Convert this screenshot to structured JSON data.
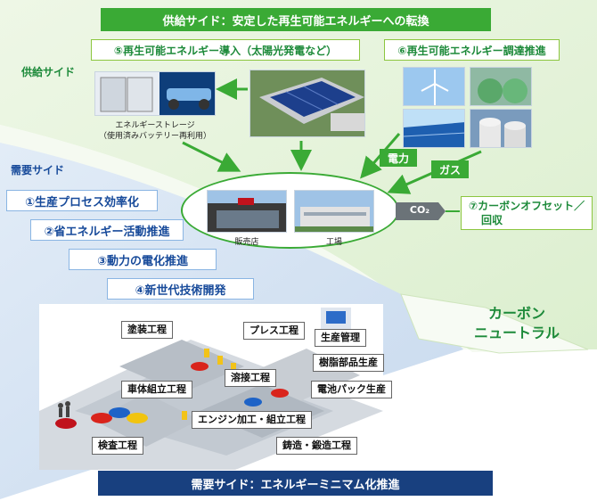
{
  "supply": {
    "banner": "供給サイド：安定した再生可能エネルギーへの転換",
    "side_label": "供給サイド",
    "item5": "⑤再生可能エネルギー導入（太陽光発電など）",
    "item6": "⑥再生可能エネルギー調達推進",
    "storage_caption_1": "エネルギーストレージ",
    "storage_caption_2": "（使用済みバッテリー再利用）",
    "power_label": "電力",
    "gas_label": "ガス"
  },
  "hub": {
    "store_caption": "販売店",
    "factory_caption": "工場",
    "co2_label": "CO₂",
    "offset_line1": "⑦カーボンオフセット／",
    "offset_line2": "回収"
  },
  "demand": {
    "side_label": "需要サイド",
    "items": [
      "①生産プロセス効率化",
      "②省エネルギー活動推進",
      "③動力の電化推進",
      "④新世代技術開発"
    ],
    "banner": "需要サイド：エネルギーミニマム化推進"
  },
  "factory": {
    "processes": [
      "塗装工程",
      "プレス工程",
      "生産管理",
      "樹脂部品生産",
      "溶接工程",
      "車体組立工程",
      "電池パック生産",
      "エンジン加工・組立工程",
      "検査工程",
      "鋳造・鍛造工程"
    ]
  },
  "goal": {
    "line1": "カーボン",
    "line2": "ニュートラル"
  },
  "colors": {
    "green": "#3aaa35",
    "navy": "#18407f",
    "blue_text": "#174a9a",
    "light_green_bg": "#e9f4df",
    "light_blue_bg": "#e4eef8"
  }
}
